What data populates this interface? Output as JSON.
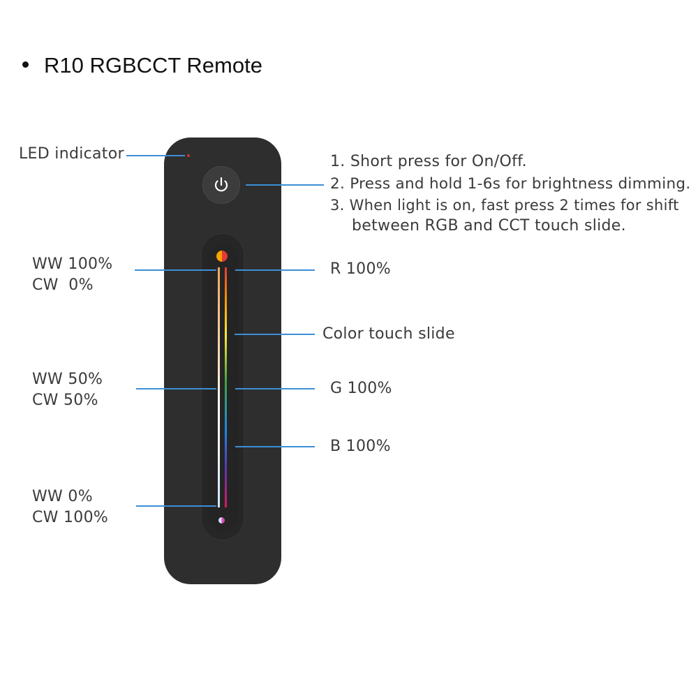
{
  "title": "R10 RGBCCT Remote",
  "left_labels": {
    "led_indicator": "LED indicator",
    "ww100_line1": "WW 100%",
    "ww100_line2": "CW  0%",
    "ww50_line1": "WW 50%",
    "ww50_line2": "CW 50%",
    "ww0_line1": "WW 0%",
    "ww0_line2": "CW 100%"
  },
  "right_labels": {
    "instruction_1": "1. Short press for On/Off.",
    "instruction_2": "2. Press and hold 1-6s for brightness dimming.",
    "instruction_3_line1": "3. When light is on, fast press 2 times for shift",
    "instruction_3_line2": "between RGB and CCT touch slide.",
    "r100": "R 100%",
    "color_touch_slide": "Color touch slide",
    "g100": "G 100%",
    "b100": "B 100%"
  },
  "colors": {
    "remote_body": "#2e2e2e",
    "leader_line": "#3b8fd6",
    "led": "#c0392b"
  },
  "icons": {
    "power": "power-icon"
  }
}
